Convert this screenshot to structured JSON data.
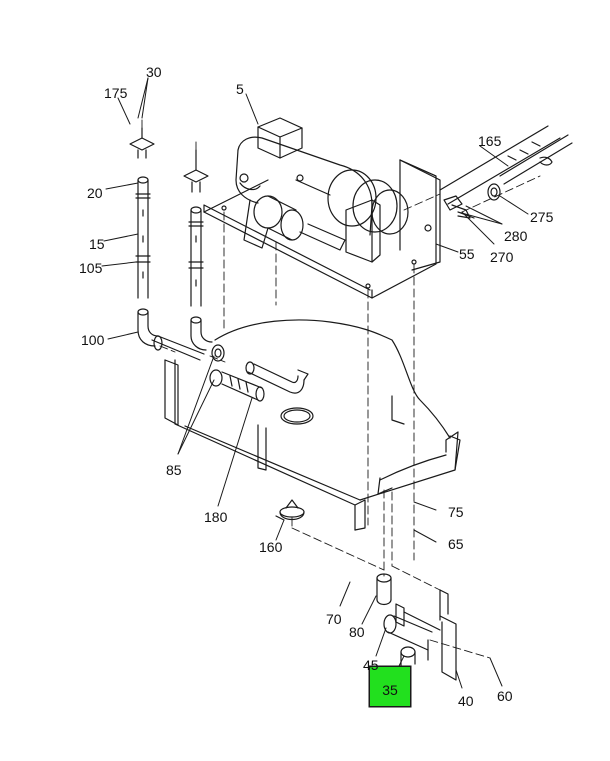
{
  "colors": {
    "highlight": "#22e01e",
    "line": "#1a1a1a",
    "background": "#ffffff"
  },
  "callouts": {
    "c30": "30",
    "c175": "175",
    "c5": "5",
    "c165": "165",
    "c20": "20",
    "c275": "275",
    "c15": "15",
    "c280": "280",
    "c105": "105",
    "c55": "55",
    "c270": "270",
    "c100": "100",
    "c85": "85",
    "c180": "180",
    "c75": "75",
    "c160": "160",
    "c65": "65",
    "c70": "70",
    "c80": "80",
    "c45": "45",
    "c35": "35",
    "c40": "40",
    "c60": "60"
  }
}
